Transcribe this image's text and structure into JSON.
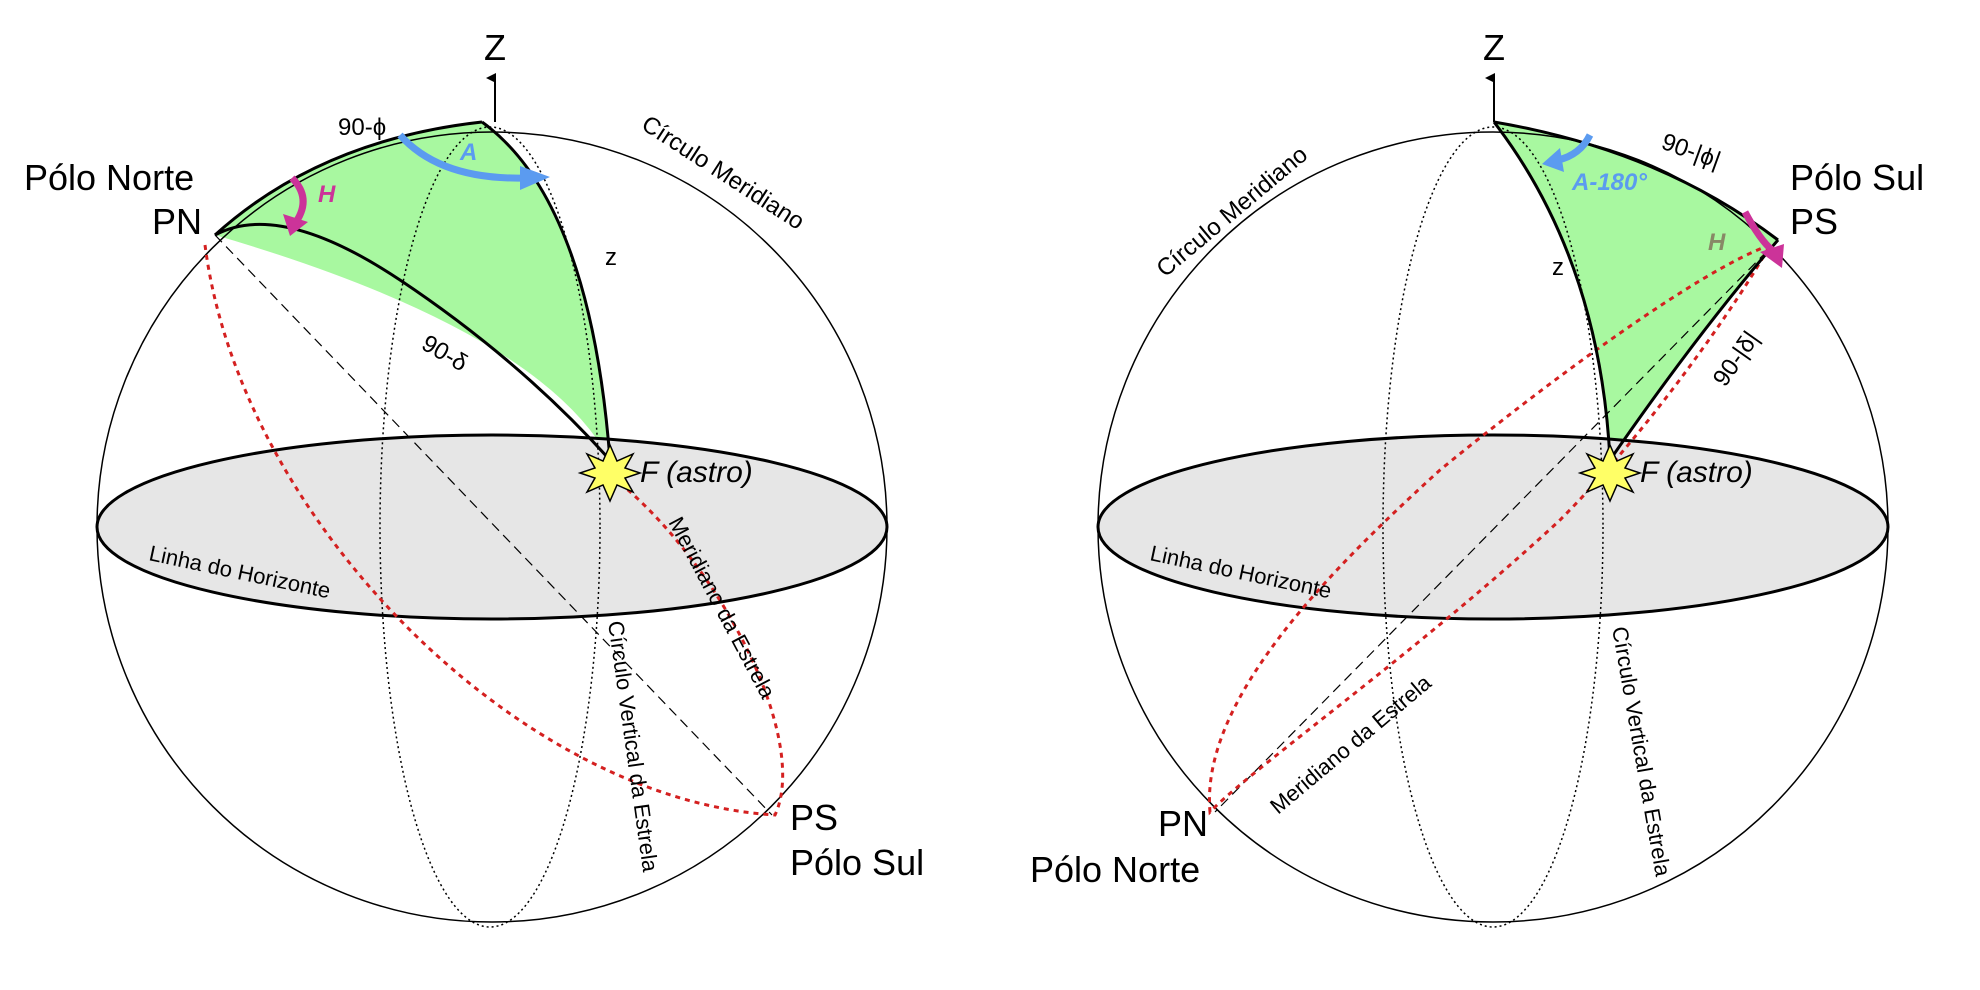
{
  "colors": {
    "triangle_fill": "#a8f8a0",
    "horizon_fill": "#e6e6e6",
    "pole_meridian": "#d42020",
    "azimuth_arrow": "#5b9bf0",
    "hour_arrow": "#cc3399",
    "hour_label_right": "#888866",
    "star_fill": "#ffff66"
  },
  "left": {
    "zenith": "Z",
    "colatitude": "90-ϕ",
    "azimuth": "A",
    "hour_angle": "H",
    "north_pole_name": "Pólo Norte",
    "north_pole_abbr": "PN",
    "meridian_circle": "Círculo Meridiano",
    "zenith_distance": "z",
    "codeclination": "90-δ",
    "star": "F (astro)",
    "horizon": "Linha do Horizonte",
    "star_meridian": "Meridiano da Estrela",
    "vertical_circle": "Círculo Vertical da Estrela",
    "south_pole_abbr": "PS",
    "south_pole_name": "Pólo Sul"
  },
  "right": {
    "zenith": "Z",
    "azimuth": "A-180°",
    "colatitude": "90-|ϕ|",
    "south_pole_name": "Pólo Sul",
    "south_pole_abbr": "PS",
    "hour_angle": "H",
    "meridian_circle": "Círculo Meridiano",
    "zenith_distance": "z",
    "codeclination": "90-|δ|",
    "star": "F (astro)",
    "horizon": "Linha do Horizonte",
    "star_meridian": "Meridiano da Estrela",
    "vertical_circle": "Círculo Vertical da Estrela",
    "north_pole_abbr": "PN",
    "north_pole_name": "Pólo Norte"
  }
}
